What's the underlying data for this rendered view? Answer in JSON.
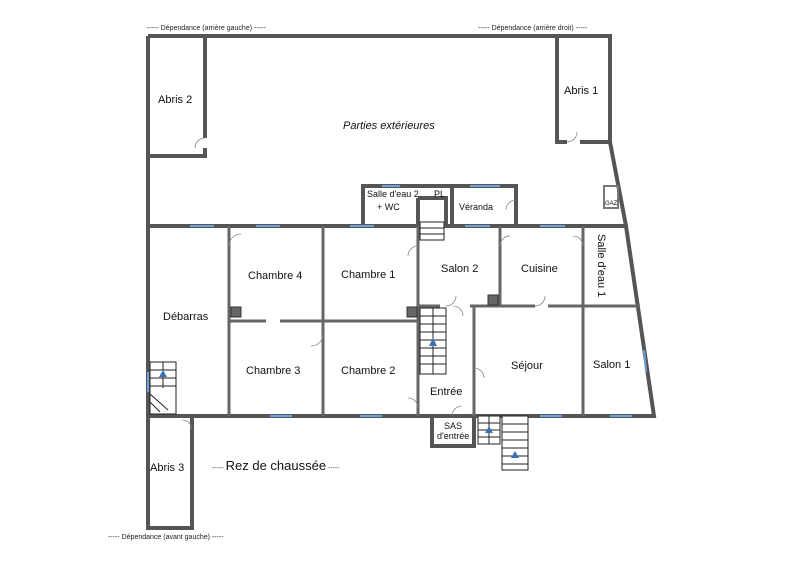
{
  "dependances": {
    "rear_left": "Dépendance (arrière gauche)",
    "rear_right": "Dépendance (arrière droit)",
    "front_left": "Dépendance (avant gauche)"
  },
  "level_title": "Rez de chaussée",
  "rooms": {
    "abris1": "Abris 1",
    "abris2": "Abris 2",
    "abris3": "Abris 3",
    "exterior": "Parties extérieures",
    "salle_eau2_line1": "Salle d'eau 2",
    "salle_eau2_line2": "+ WC",
    "pl": "PL",
    "veranda": "Véranda",
    "gaz": "GAZ",
    "debarras": "Débarras",
    "chambre4": "Chambre 4",
    "chambre1": "Chambre 1",
    "salon2": "Salon 2",
    "cuisine": "Cuisine",
    "salle_eau1": "Salle d'eau 1",
    "chambre3": "Chambre 3",
    "chambre2": "Chambre 2",
    "sejour": "Séjour",
    "salon1": "Salon 1",
    "entree": "Entrée",
    "sas_line1": "SAS",
    "sas_line2": "d'entrée"
  }
}
